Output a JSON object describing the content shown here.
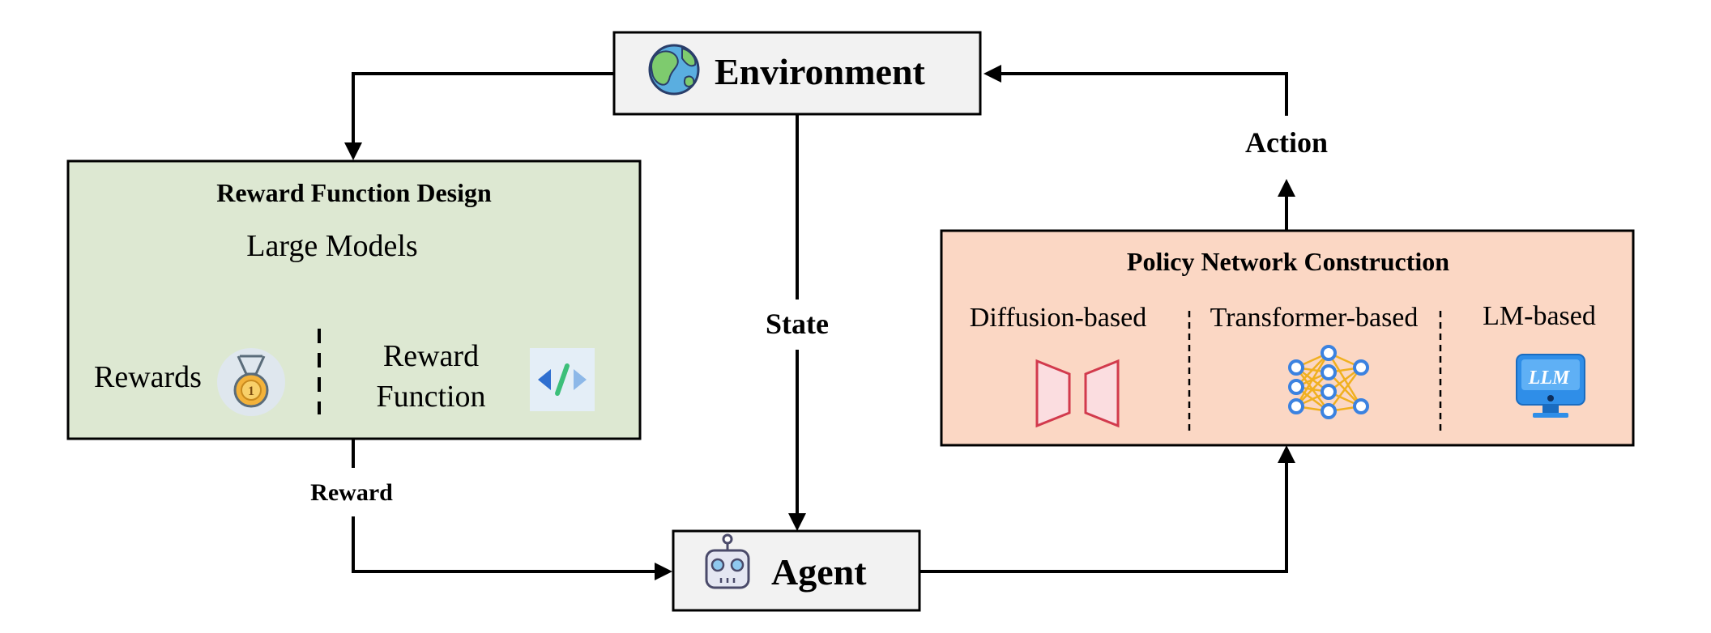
{
  "environment": {
    "label": "Environment",
    "icon": "globe-icon"
  },
  "agent": {
    "label": "Agent",
    "icon": "robot-icon"
  },
  "edges": {
    "state": "State",
    "action": "Action",
    "reward": "Reward"
  },
  "reward_design": {
    "title": "Reward Function Design",
    "source": "Large Models",
    "left_label": "Rewards",
    "left_icon": "medal-icon",
    "right_label_line1": "Reward",
    "right_label_line2": "Function",
    "right_icon": "code-icon"
  },
  "policy": {
    "title": "Policy Network Construction",
    "columns": [
      {
        "label": "Diffusion-based",
        "icon": "diffusion-icon"
      },
      {
        "label": "Transformer-based",
        "icon": "neural-network-icon"
      },
      {
        "label": "LM-based",
        "icon": "llm-monitor-icon"
      }
    ],
    "llm_icon_text": "LLM"
  },
  "colors": {
    "node_fill": "#f2f2f2",
    "reward_fill": "#dde8d2",
    "policy_fill": "#fbd7c4",
    "diffusion_stroke": "#d23a4d",
    "diffusion_fill": "#fbdde0",
    "network_node": "#3b82e0",
    "network_edge": "#f0b020",
    "llm_blue": "#2f8ee8"
  }
}
